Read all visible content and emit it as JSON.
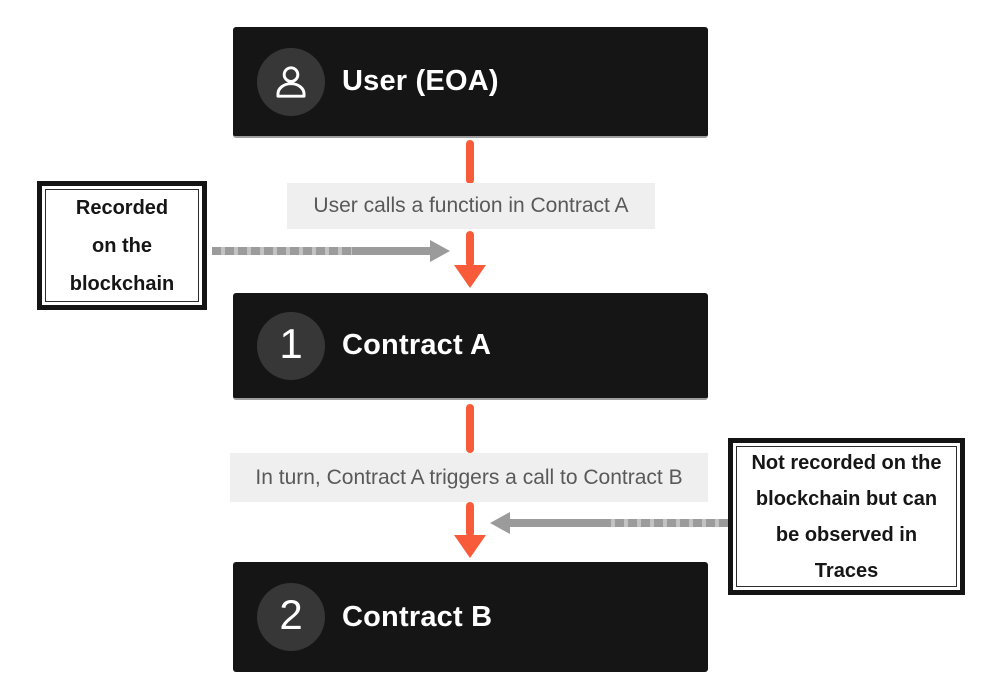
{
  "nodes": {
    "user": {
      "title": "User (EOA)",
      "icon": "user-icon"
    },
    "contract_a": {
      "title": "Contract A",
      "number": "1"
    },
    "contract_b": {
      "title": "Contract B",
      "number": "2"
    }
  },
  "edges": {
    "edge1_label": "User calls a function in Contract A",
    "edge2_label": "In turn, Contract A triggers a call to Contract B"
  },
  "annotations": {
    "left_lines": [
      "Recorded",
      "on the",
      "blockchain"
    ],
    "right_lines": [
      "Not recorded on the",
      "blockchain but can",
      "be observed in",
      "Traces"
    ]
  },
  "colors": {
    "accent_orange": "#f75b3a",
    "node_background": "#151515",
    "badge_background": "#373737",
    "node_divider": "#9e9e9e",
    "edge_label_background": "#efefef",
    "edge_label_text": "#595959",
    "arrow_gray": "#9b9b9b",
    "annotation_border": "#141414"
  }
}
